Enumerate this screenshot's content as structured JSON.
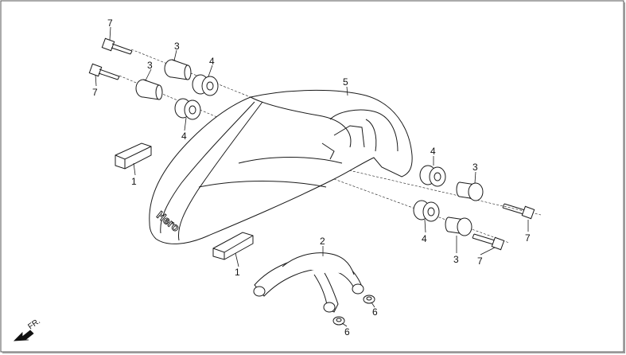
{
  "callouts": {
    "bolt_upper_left": "7",
    "bolt_lower_left": "7",
    "collar_upper_left": "3",
    "collar_lower_left": "3",
    "grommet_upper_left": "4",
    "grommet_lower_left": "4",
    "fender": "5",
    "grommet_upper_right": "4",
    "grommet_lower_right": "4",
    "collar_upper_right": "3",
    "collar_lower_right": "3",
    "bolt_upper_right": "7",
    "bolt_lower_right": "7",
    "emblem_left": "1",
    "emblem_front": "1",
    "brace": "2",
    "nut_left": "6",
    "nut_right": "6"
  },
  "fender_logo": "Hero",
  "direction": "FR."
}
